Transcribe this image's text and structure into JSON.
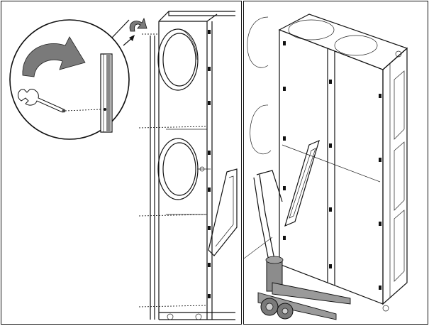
{
  "figure": {
    "panels": [
      {
        "id": "left",
        "content": "fixing-removal-step"
      },
      {
        "id": "right",
        "content": "pallet-truck-transport-step"
      }
    ],
    "colors": {
      "line": "#111111",
      "background": "#ffffff",
      "arrow_fill": "#7a7a7a",
      "truck_fill": "#8c8c8c"
    },
    "icons": [
      "rotate-arrow-icon",
      "wrench-icon",
      "pallet-truck-icon"
    ]
  }
}
